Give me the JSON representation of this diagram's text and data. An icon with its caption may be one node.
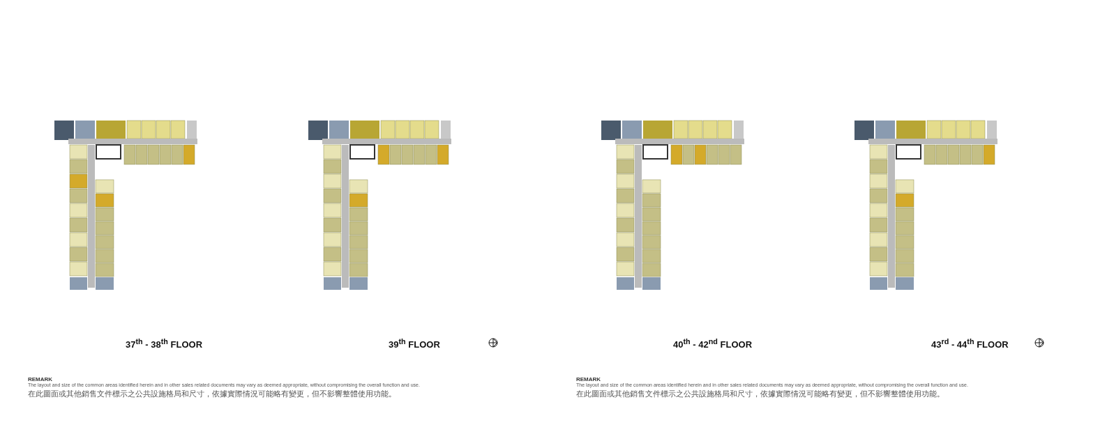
{
  "diagram": {
    "labels": [
      "37$^{th}$ - 38$^{th}$ FLOOR",
      "39$^{th}$ FLOOR",
      "40$^{th}$ - 42$^{nd}$ FLOOR",
      "43$^{rd}$ - 44$^{th}$ FLOOR",
      "REMARK",
      "The layout and size of the common areas identified herein and in other sales related documents may vary as deemed appropriate, without compromising the overall function and use.",
      "在此圖面或其他銷售文件標示之公共設施格局和尺寸，依據實際情況可能略有變更，但不影響整體使用功能。",
      "REMARK",
      "The layout and size of the common areas identified herein and in other sales related documents may vary as deemed appropriate, without compromising the overall function and use.",
      "在此圖面或其他銷售文件標示之公共設施格局和尺寸，依據實際情況可能略有變更，但不影響整體使用功能。"
    ]
  }
}
